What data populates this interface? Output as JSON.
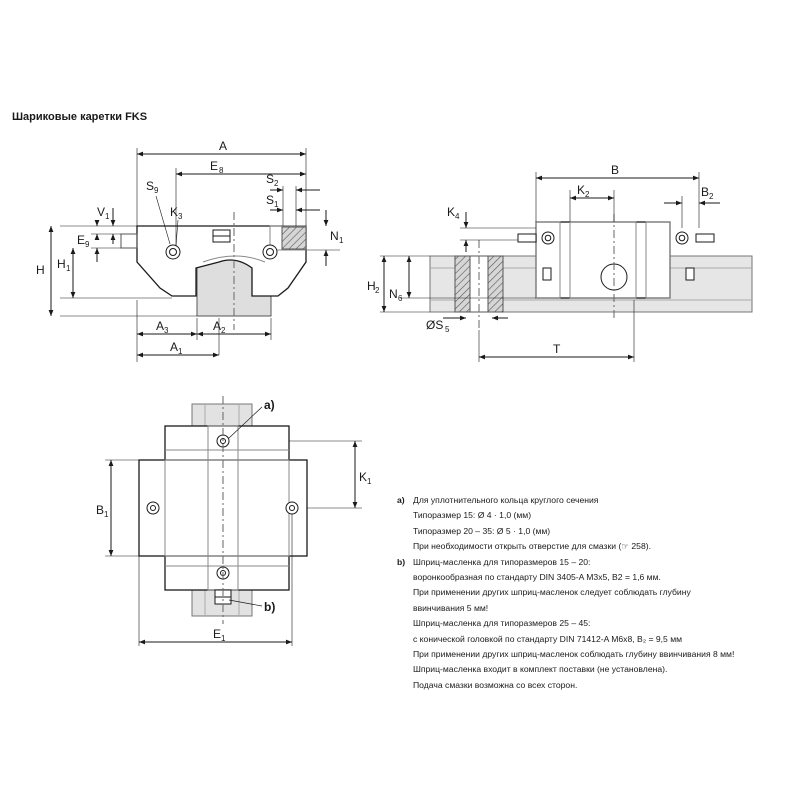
{
  "title": "Шариковые каретки FKS",
  "front_view": {
    "labels": {
      "A": "A",
      "E": "E",
      "E_sub": "8",
      "S9": "S",
      "S9_sub": "9",
      "S2": "S",
      "S2_sub": "2",
      "S1": "S",
      "S1_sub": "1",
      "V1": "V",
      "V1_sub": "1",
      "K3": "K",
      "K3_sub": "3",
      "N1": "N",
      "N1_sub": "1",
      "E9": "E",
      "E9_sub": "9",
      "H": "H",
      "H1": "H",
      "H1_sub": "1",
      "A3": "A",
      "A3_sub": "3",
      "A2": "A",
      "A2_sub": "2",
      "A1": "A",
      "A1_sub": "1"
    }
  },
  "side_view": {
    "labels": {
      "B": "B",
      "K2": "K",
      "K2_sub": "2",
      "B2": "B",
      "B2_sub": "2",
      "K4": "K",
      "K4_sub": "4",
      "H2": "H",
      "H2_sub": "2",
      "N6": "N",
      "N6_sub": "6",
      "S5": "ØS",
      "S5_sub": "5",
      "T": "T"
    }
  },
  "top_view": {
    "labels": {
      "a": "a)",
      "b": "b)",
      "K1": "K",
      "K1_sub": "1",
      "B1": "B",
      "B1_sub": "1",
      "E1": "E",
      "E1_sub": "1"
    }
  },
  "notes": [
    {
      "key": "a)",
      "lines": [
        "Для уплотнительного кольца круглого сечения",
        "Типоразмер 15: Ø 4 · 1,0 (мм)",
        "Типоразмер 20 – 35: Ø 5 · 1,0 (мм)",
        "При необходимости открыть отверстие для смазки (☞ 258)."
      ]
    },
    {
      "key": "b)",
      "lines": [
        "Шприц-масленка для типоразмеров 15 – 20:",
        "воронкообразная по стандарту DIN 3405-A M3x5, B2 = 1,6 мм.",
        "При применении других шприц-масленок следует соблюдать глубину",
        "ввинчивания 5 мм!",
        "Шприц-масленка для типоразмеров 25 – 45:",
        "с конической головкой по стандарту DIN 71412-A M6x8, B₂ = 9,5 мм",
        "При применении других шприц-масленок соблюдать глубину ввинчивания 8 мм!",
        "Шприц-масленка входит в комплект поставки (не установлена).",
        "Подача смазки возможна со всех сторон."
      ]
    }
  ],
  "colors": {
    "line": "#1a1a1a",
    "rail": "#e4e4e4",
    "rail_dark": "#c8c8c8",
    "block": "#ffffff"
  }
}
